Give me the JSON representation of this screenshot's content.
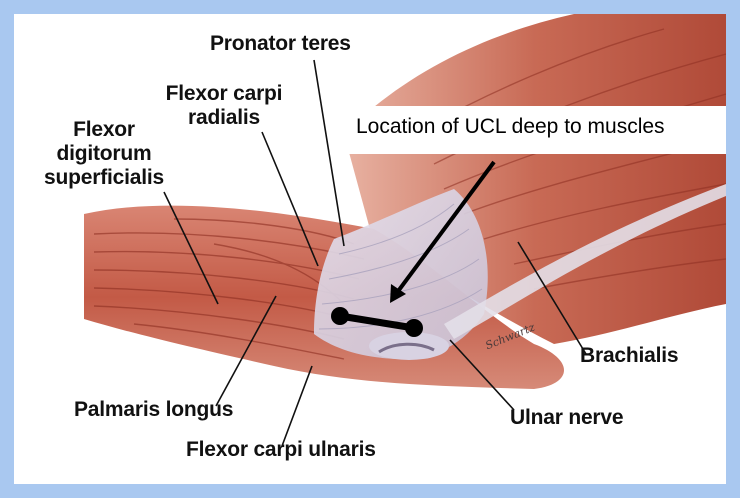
{
  "labels": {
    "pronator_teres": "Pronator teres",
    "flexor_carpi_radialis_line1": "Flexor carpi",
    "flexor_carpi_radialis_line2": "radialis",
    "fds_line1": "Flexor",
    "fds_line2": "digitorum",
    "fds_line3": "superficialis",
    "palmaris_longus": "Palmaris longus",
    "flexor_carpi_ulnaris": "Flexor carpi ulnaris",
    "brachialis": "Brachialis",
    "ulnar_nerve": "Ulnar nerve",
    "artist_signature": "Schwartz"
  },
  "callout": {
    "text": "Location of UCL deep to muscles"
  },
  "colors": {
    "frame": "#a9c8f0",
    "muscle_dark": "#9c3a2c",
    "muscle_mid": "#c45a45",
    "muscle_light": "#dc8a78",
    "tendon": "#dcd6e6",
    "ligament_marker": "#000000"
  }
}
